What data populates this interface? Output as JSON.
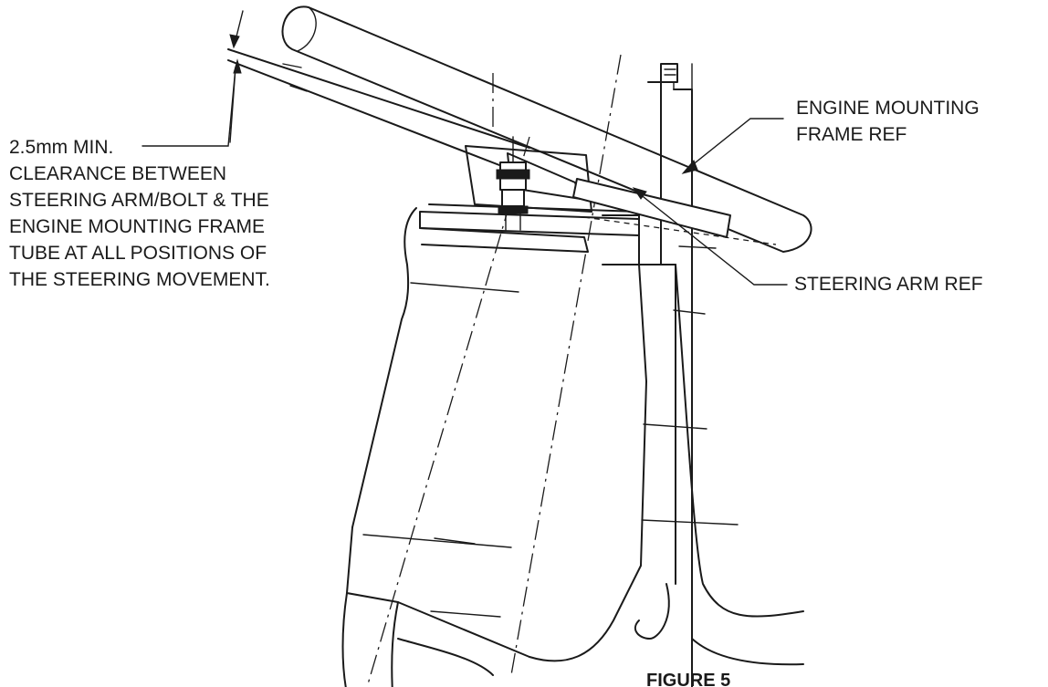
{
  "figure": {
    "caption": "FIGURE 5",
    "clearance_note": {
      "lines": [
        "2.5mm MIN.",
        "CLEARANCE BETWEEN",
        "STEERING ARM/BOLT & THE",
        "ENGINE MOUNTING FRAME",
        "TUBE AT ALL POSITIONS OF",
        "THE STEERING MOVEMENT."
      ]
    },
    "engine_frame_label": {
      "lines": [
        "ENGINE MOUNTING",
        "FRAME REF"
      ]
    },
    "steering_arm_label": "STEERING ARM REF"
  },
  "colors": {
    "ink": "#1a1a1a",
    "paper": "#ffffff"
  }
}
